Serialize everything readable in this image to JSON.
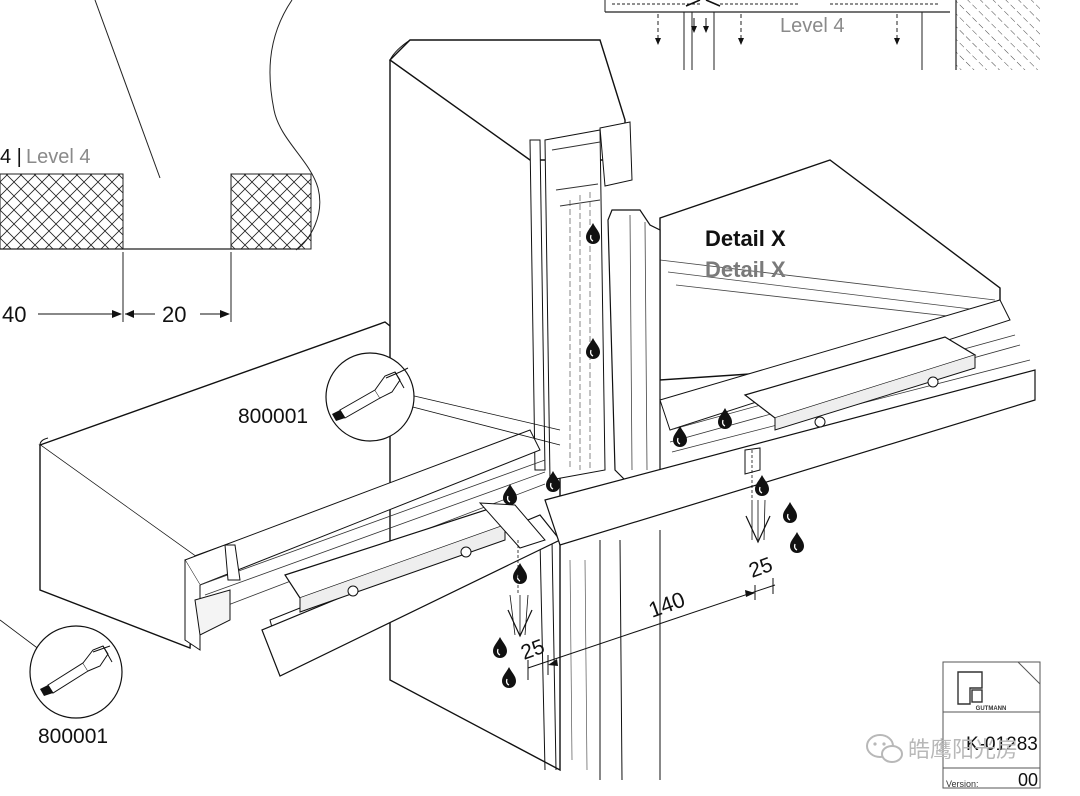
{
  "labels": {
    "level_left_prefix": "4 |",
    "level_left": "Level 4",
    "level_top": "Level 4",
    "detail_black": "Detail X",
    "detail_grey": "Detail X",
    "dim_40": "40",
    "dim_20": "20",
    "dim_25_right": "25",
    "dim_140": "140",
    "dim_25_left": "25",
    "part_number_top": "800001",
    "part_number_bottom": "800001"
  },
  "title_block": {
    "brand": "GUTMANN",
    "drawing_no": "K-01283",
    "version_label": "Version:",
    "version_value": "00"
  },
  "watermark": {
    "text": "皓鹰阳光房"
  },
  "colors": {
    "line": "#1a1a1a",
    "level_grey": "#8a8a8a",
    "detail_grey": "#7a7a7a",
    "watermark": "#b8b8b8"
  }
}
